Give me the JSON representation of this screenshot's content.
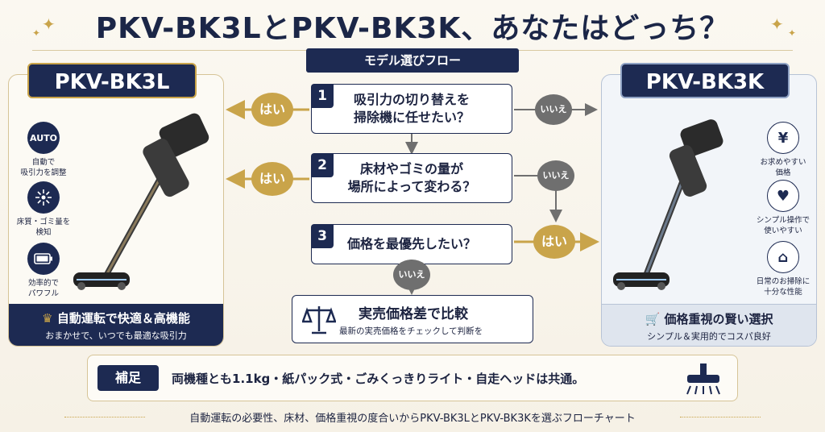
{
  "title": "PKV-BK3LとPKV-BK3K、あなたはどっち？",
  "flow_badge": "モデル選びフロー",
  "left_panel": {
    "model": "PKV-BK3L",
    "features": [
      {
        "icon": "auto-icon",
        "icon_text": "AUTO",
        "label_line1": "自動で",
        "label_line2": "吸引力を調整"
      },
      {
        "icon": "sensor-icon",
        "icon_text": "",
        "label_line1": "床質・ゴミ量を",
        "label_line2": "検知"
      },
      {
        "icon": "battery-icon",
        "icon_text": "",
        "label_line1": "効率的で",
        "label_line2": "パワフル"
      }
    ],
    "footer_title": "自動運転で快適＆高機能",
    "footer_sub": "おまかせで、いつでも最適な吸引力"
  },
  "right_panel": {
    "model": "PKV-BK3K",
    "features": [
      {
        "icon": "yen-icon",
        "icon_text": "¥",
        "label_line1": "お求めやすい",
        "label_line2": "価格"
      },
      {
        "icon": "heart-hand-icon",
        "icon_text": "♥",
        "label_line1": "シンプル操作で",
        "label_line2": "使いやすい"
      },
      {
        "icon": "home-icon",
        "icon_text": "⌂",
        "label_line1": "日常のお掃除に",
        "label_line2": "十分な性能"
      }
    ],
    "footer_title": "価格重視の賢い選択",
    "footer_sub": "シンプル＆実用的でコスパ良好"
  },
  "questions": [
    {
      "num": "1",
      "line1": "吸引力の切り替えを",
      "line2": "掃除機に任せたい？"
    },
    {
      "num": "2",
      "line1": "床材やゴミの量が",
      "line2": "場所によって変わる？"
    },
    {
      "num": "3",
      "line1": "価格を最優先したい？",
      "line2": ""
    }
  ],
  "yes_label": "はい",
  "no_label": "いいえ",
  "result": {
    "title": "実売価格差で比較",
    "sub": "最新の実売価格をチェックして判断を"
  },
  "note": {
    "tag": "補足",
    "text": "両機種とも1.1kg・紙パック式・ごみくっきりライト・自走ヘッドは共通。"
  },
  "footer": "自動運転の必要性、床材、価格重視の度合いからPKV-BK3LとPKV-BK3Kを選ぶフローチャート",
  "colors": {
    "navy": "#1d2a52",
    "gold": "#c9a44a",
    "gray": "#6f6f6f"
  }
}
